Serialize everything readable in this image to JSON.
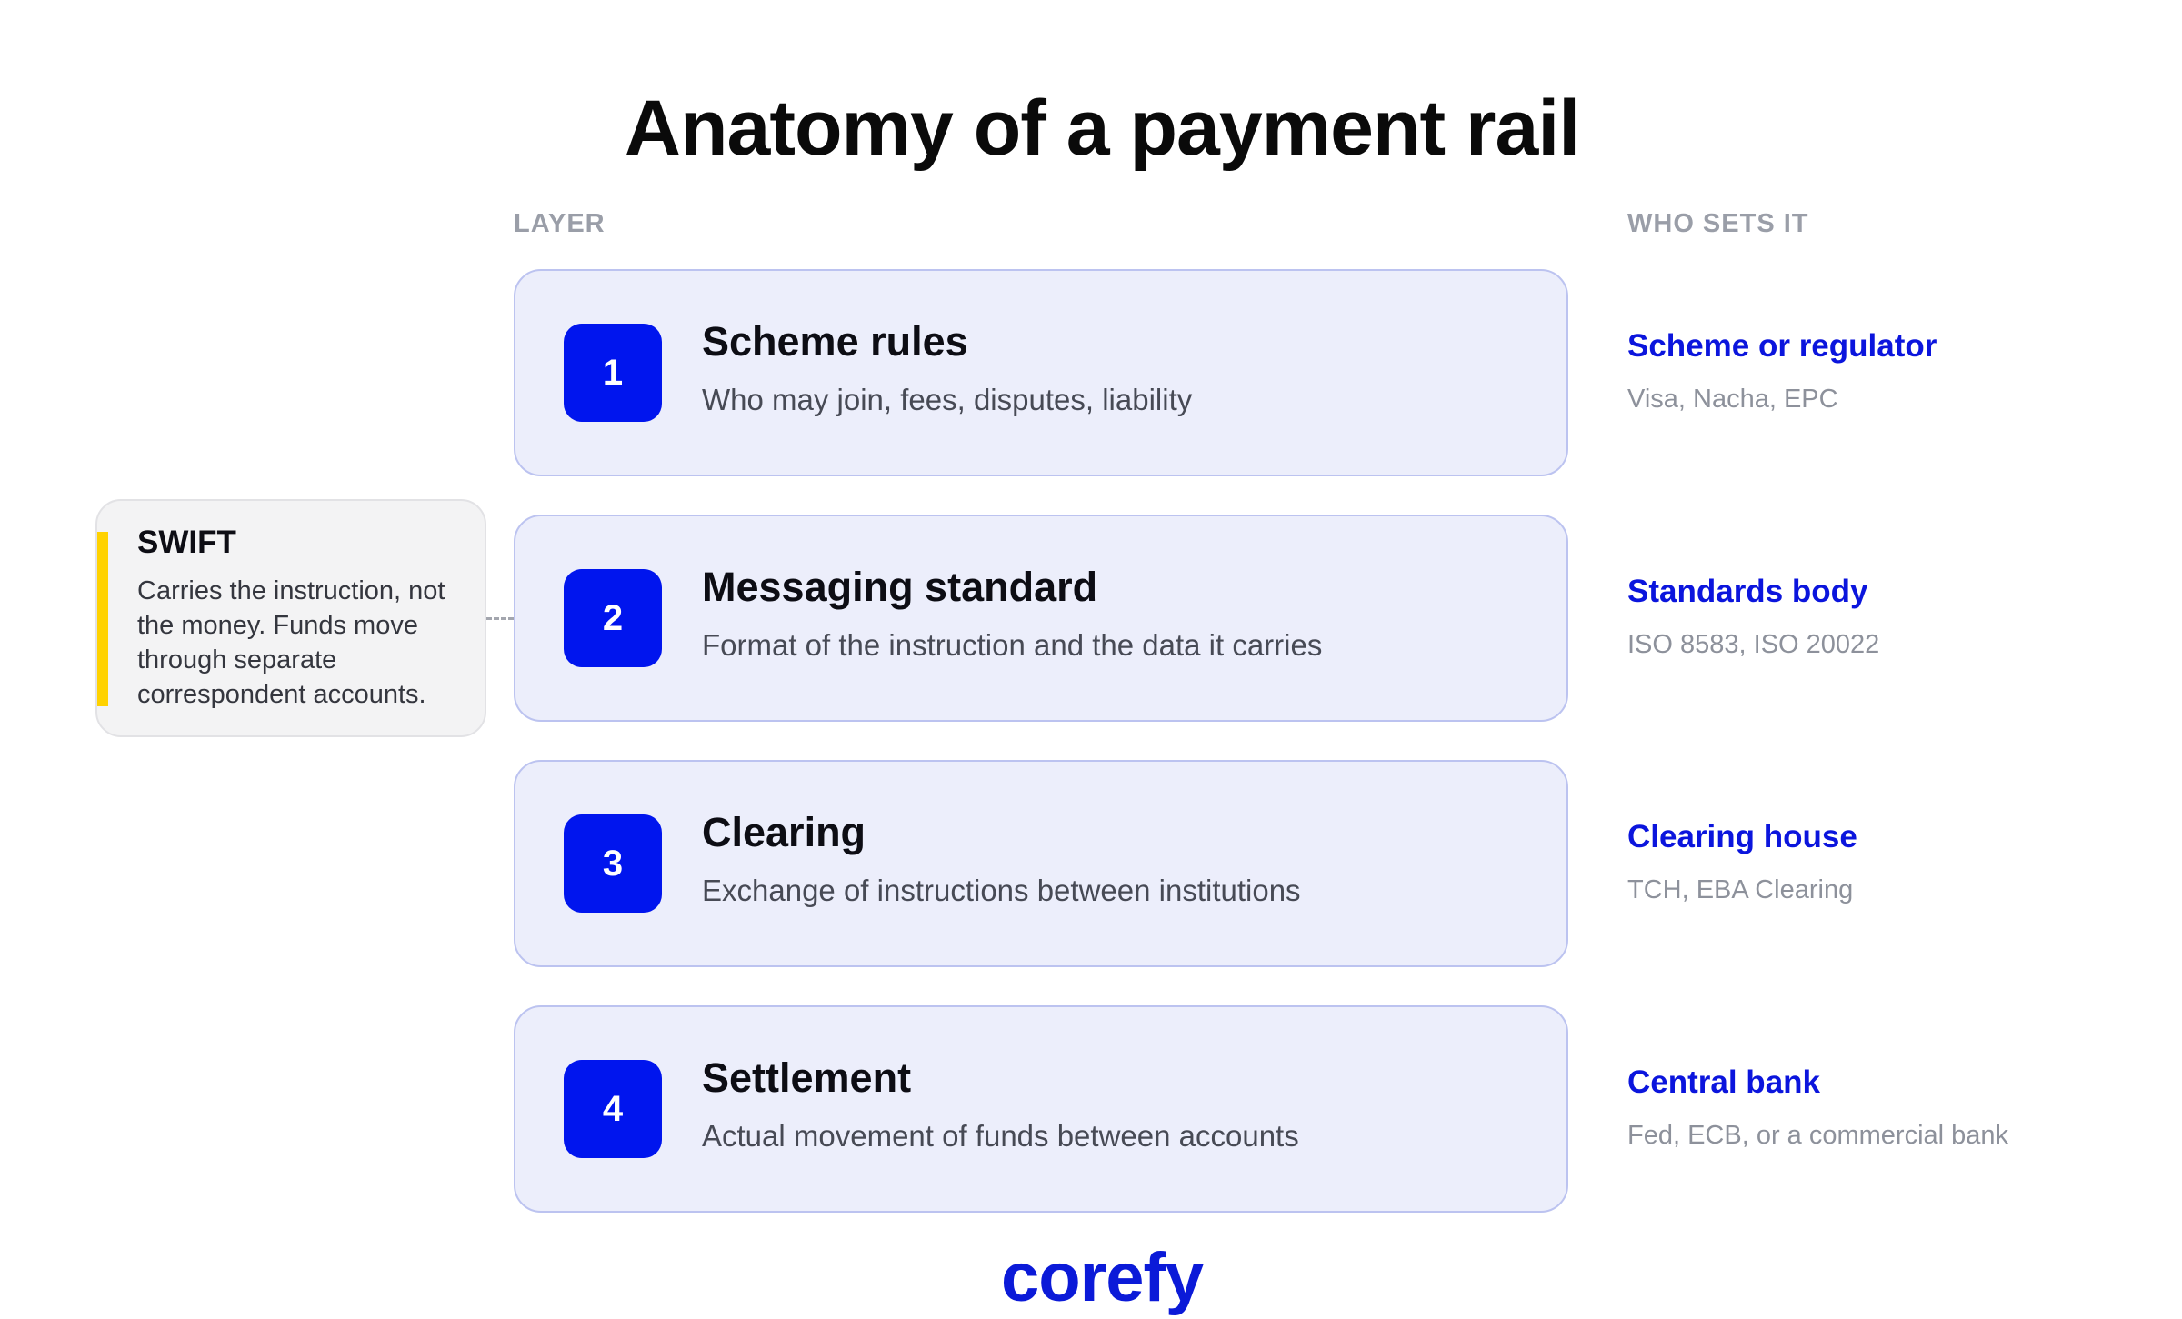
{
  "title": "Anatomy of a payment rail",
  "columns": {
    "layer": "LAYER",
    "who": "WHO SETS IT"
  },
  "layers": [
    {
      "number": "1",
      "title": "Scheme rules",
      "description": "Who may join, fees, disputes, liability",
      "who": "Scheme or regulator",
      "examples": "Visa, Nacha, EPC"
    },
    {
      "number": "2",
      "title": "Messaging standard",
      "description": "Format of the instruction and the data it carries",
      "who": "Standards body",
      "examples": "ISO 8583, ISO 20022"
    },
    {
      "number": "3",
      "title": "Clearing",
      "description": "Exchange of instructions between institutions",
      "who": "Clearing house",
      "examples": "TCH, EBA Clearing"
    },
    {
      "number": "4",
      "title": "Settlement",
      "description": "Actual movement of funds between accounts",
      "who": "Central bank",
      "examples": "Fed, ECB, or a commercial bank"
    }
  ],
  "note": {
    "title": "SWIFT",
    "body": "Carries the instruction, not the money. Funds move through separate correspondent accounts."
  },
  "brand": {
    "logo": "corefy"
  },
  "colors": {
    "accent_blue": "#0015ee",
    "card_bg": "#eceefb",
    "highlight_yellow": "#ffd200"
  }
}
